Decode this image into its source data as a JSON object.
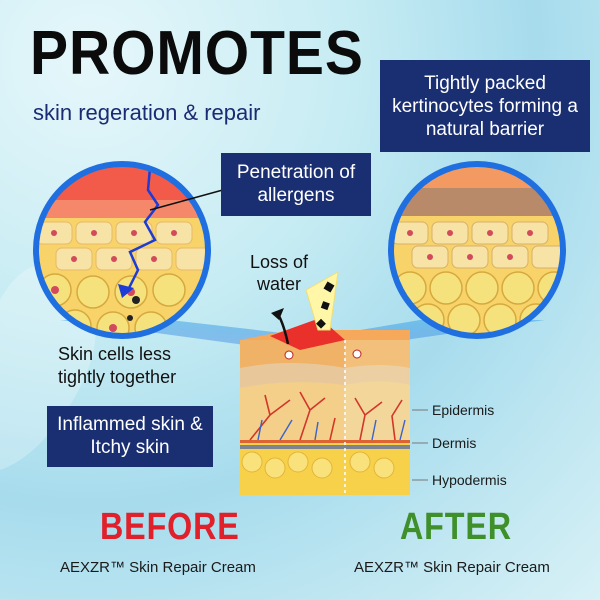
{
  "headline": "PROMOTES",
  "subheadline": "skin regeration & repair",
  "after_callout": "Tightly packed kertinocytes forming a natural barrier",
  "penetration_callout": "Penetration of allergens",
  "loss_label": "Loss of water",
  "cells_label": "Skin cells less tightly together",
  "inflamed_callout": "Inflammed skin & Itchy skin",
  "layers": {
    "epidermis": "Epidermis",
    "dermis": "Dermis",
    "hypodermis": "Hypodermis"
  },
  "before_label": "BEFORE",
  "after_label": "AFTER",
  "product_before": "AEXZR™ Skin Repair Cream",
  "product_after": "AEXZR™ Skin Repair Cream",
  "colors": {
    "navy": "#1a2f72",
    "before_red": "#e0202b",
    "after_green": "#3f8f2a",
    "ring_blue": "#1f6fe0"
  }
}
